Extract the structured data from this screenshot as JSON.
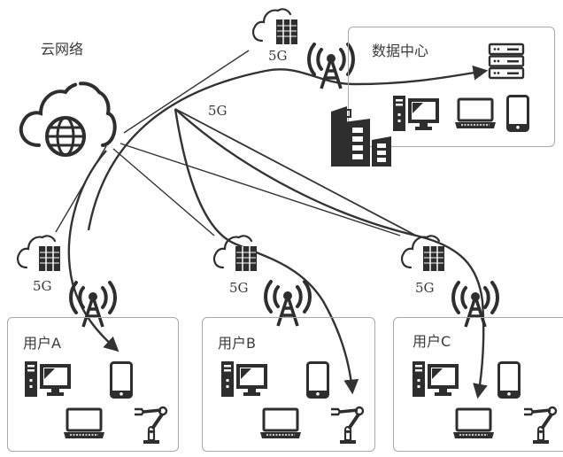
{
  "title": "云网络 5G 数据中心 网络示意图",
  "cloud_network": {
    "label": "云网络",
    "icon": "cloud-globe-icon"
  },
  "backbone_label": "5G",
  "data_center": {
    "label": "数据中心",
    "edge_node_label": "5G",
    "devices": [
      "server-rack-icon",
      "desktop-computer-icon",
      "laptop-icon",
      "smartphone-icon",
      "office-building-icon"
    ]
  },
  "users": [
    {
      "label": "用户A",
      "edge_node_label": "5G",
      "target_device": "smartphone"
    },
    {
      "label": "用户B",
      "edge_node_label": "5G",
      "target_device": "robot-arm"
    },
    {
      "label": "用户C",
      "edge_node_label": "5G",
      "target_device": "laptop"
    }
  ],
  "colors": {
    "line": "#333333",
    "box_border": "#a8a8a8",
    "icon": "#2e2e2e"
  }
}
